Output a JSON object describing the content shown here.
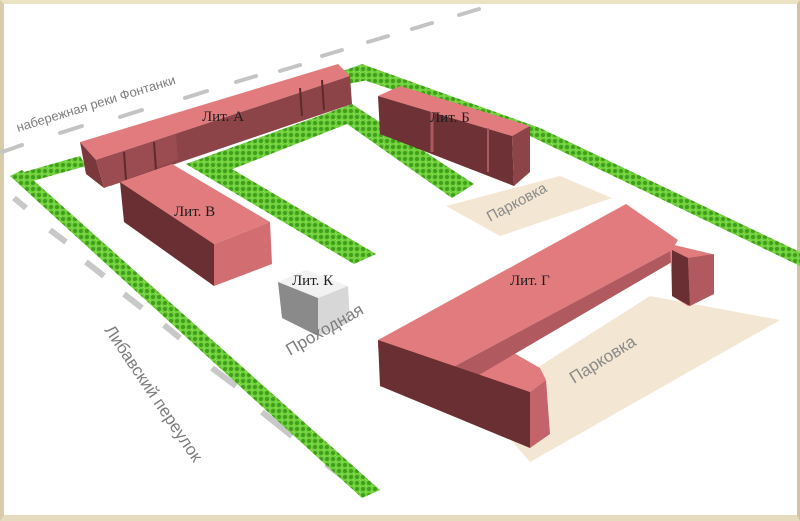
{
  "diagram": {
    "type": "isometric-site-plan",
    "streets": {
      "north": "набережная реки Фонтанки",
      "west": "Либавский переулок",
      "inner_passage": "Проходная"
    },
    "buildings": [
      {
        "id": "A",
        "label": "Лит. А",
        "color": "#e27b7e"
      },
      {
        "id": "B",
        "label": "Лит. Б",
        "color": "#e27b7e"
      },
      {
        "id": "V",
        "label": "Лит. В",
        "color": "#e27b7e"
      },
      {
        "id": "G",
        "label": "Лит. Г",
        "color": "#e27b7e"
      },
      {
        "id": "K",
        "label": "Лит. К",
        "color": "#e8e8e8"
      }
    ],
    "parking": [
      {
        "id": "parking-1",
        "label": "Парковка"
      },
      {
        "id": "parking-2",
        "label": "Парковка"
      }
    ],
    "colors": {
      "building_top": "#e27b7e",
      "building_side_dark": "#6e3236",
      "building_side_mid": "#a9545a",
      "lawn": "#5cbf2a",
      "parking": "#f2e6d2",
      "road_dash": "#c8c8c8",
      "background": "#ffffff",
      "frame": "#e6dbbd"
    }
  }
}
